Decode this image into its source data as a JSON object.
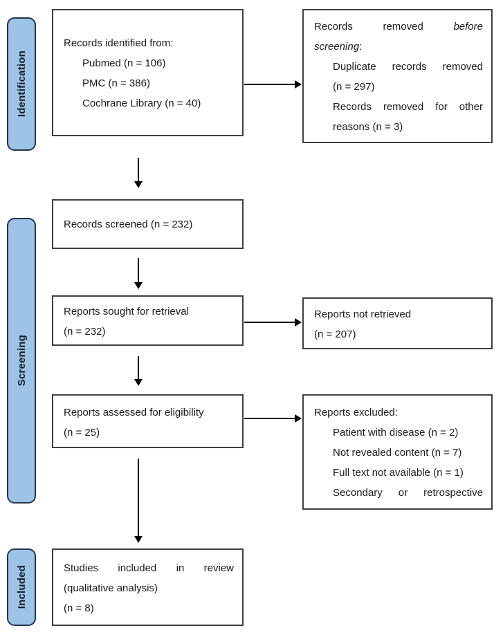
{
  "colors": {
    "stage_fill": "#9dc3e6",
    "stage_border": "#24364f",
    "box_border": "#3f3f3f",
    "arrow": "#000000",
    "background": "#ffffff"
  },
  "stages": [
    {
      "label": "Identification"
    },
    {
      "label": "Screening"
    },
    {
      "label": "Included"
    }
  ],
  "boxes": {
    "identified": {
      "title": "Records identified from:",
      "items": [
        {
          "text": "Pubmed (n = 106)"
        },
        {
          "text": "PMC (n = 386)"
        },
        {
          "text": "Cochrane Library (n = 40)"
        }
      ]
    },
    "removed": {
      "line1_normal": "Records removed",
      "line1_italic": "before",
      "line2_italic": "screening",
      "line2_suffix": ":",
      "items": [
        {
          "line1": "Duplicate records removed",
          "line2": "(n = 297)"
        },
        {
          "line1": "Records removed for other",
          "line2": "reasons (n = 3)"
        }
      ]
    },
    "screened": {
      "line1": "Records screened (n = 232)"
    },
    "sought": {
      "line1": "Reports sought for retrieval",
      "line2": "(n = 232)"
    },
    "not_retrieved": {
      "line1": "Reports not retrieved",
      "line2": "(n = 207)"
    },
    "assessed": {
      "line1": "Reports assessed for eligibility",
      "line2": "(n = 25)"
    },
    "excluded": {
      "title": "Reports excluded:",
      "items": [
        {
          "text": "Patient with disease (n = 2)"
        },
        {
          "text": "Not revealed content (n = 7)"
        },
        {
          "text": "Full text not available (n = 1)"
        },
        {
          "text": "Secondary or retrospective"
        }
      ]
    },
    "included": {
      "line1": "Studies included in review",
      "line2": "(qualitative analysis)",
      "line3": "(n = 8)"
    }
  }
}
